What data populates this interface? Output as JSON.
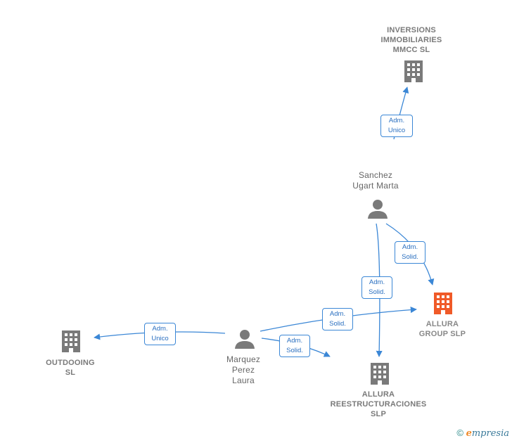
{
  "nodes": {
    "inversions": {
      "lines": [
        "INVERSIONS",
        "IMMOBILIARIES",
        "MMCC  SL"
      ],
      "icon": "building-icon",
      "color": "#7a7a7a"
    },
    "sanchez": {
      "lines": [
        "Sanchez",
        "Ugart Marta"
      ],
      "icon": "person-icon",
      "color": "#7a7a7a"
    },
    "allura_group": {
      "lines": [
        "ALLURA",
        "GROUP  SLP"
      ],
      "icon": "building-icon",
      "color": "#f05a28"
    },
    "outdooing": {
      "lines": [
        "OUTDOOING",
        "SL"
      ],
      "icon": "building-icon",
      "color": "#7a7a7a"
    },
    "marquez": {
      "lines": [
        "Marquez",
        "Perez",
        "Laura"
      ],
      "icon": "person-icon",
      "color": "#7a7a7a"
    },
    "allura_reest": {
      "lines": [
        "ALLURA",
        "REESTRUCTURACIONES",
        "SLP"
      ],
      "icon": "building-icon",
      "color": "#7a7a7a"
    }
  },
  "edges": [
    {
      "from": "sanchez",
      "to": "inversions",
      "label": [
        "Adm.",
        "Unico"
      ]
    },
    {
      "from": "sanchez",
      "to": "allura_group",
      "label": [
        "Adm.",
        "Solid."
      ]
    },
    {
      "from": "sanchez",
      "to": "allura_reest",
      "label": [
        "Adm.",
        "Solid."
      ]
    },
    {
      "from": "marquez",
      "to": "allura_group",
      "label": [
        "Adm.",
        "Solid."
      ]
    },
    {
      "from": "marquez",
      "to": "outdooing",
      "label": [
        "Adm.",
        "Unico"
      ]
    },
    {
      "from": "marquez",
      "to": "allura_reest",
      "label": [
        "Adm.",
        "Solid."
      ]
    }
  ],
  "edge_color": "#3b87d6",
  "footer": {
    "copyright": "©",
    "brand_initial": "e",
    "brand_rest": "mpresia"
  }
}
